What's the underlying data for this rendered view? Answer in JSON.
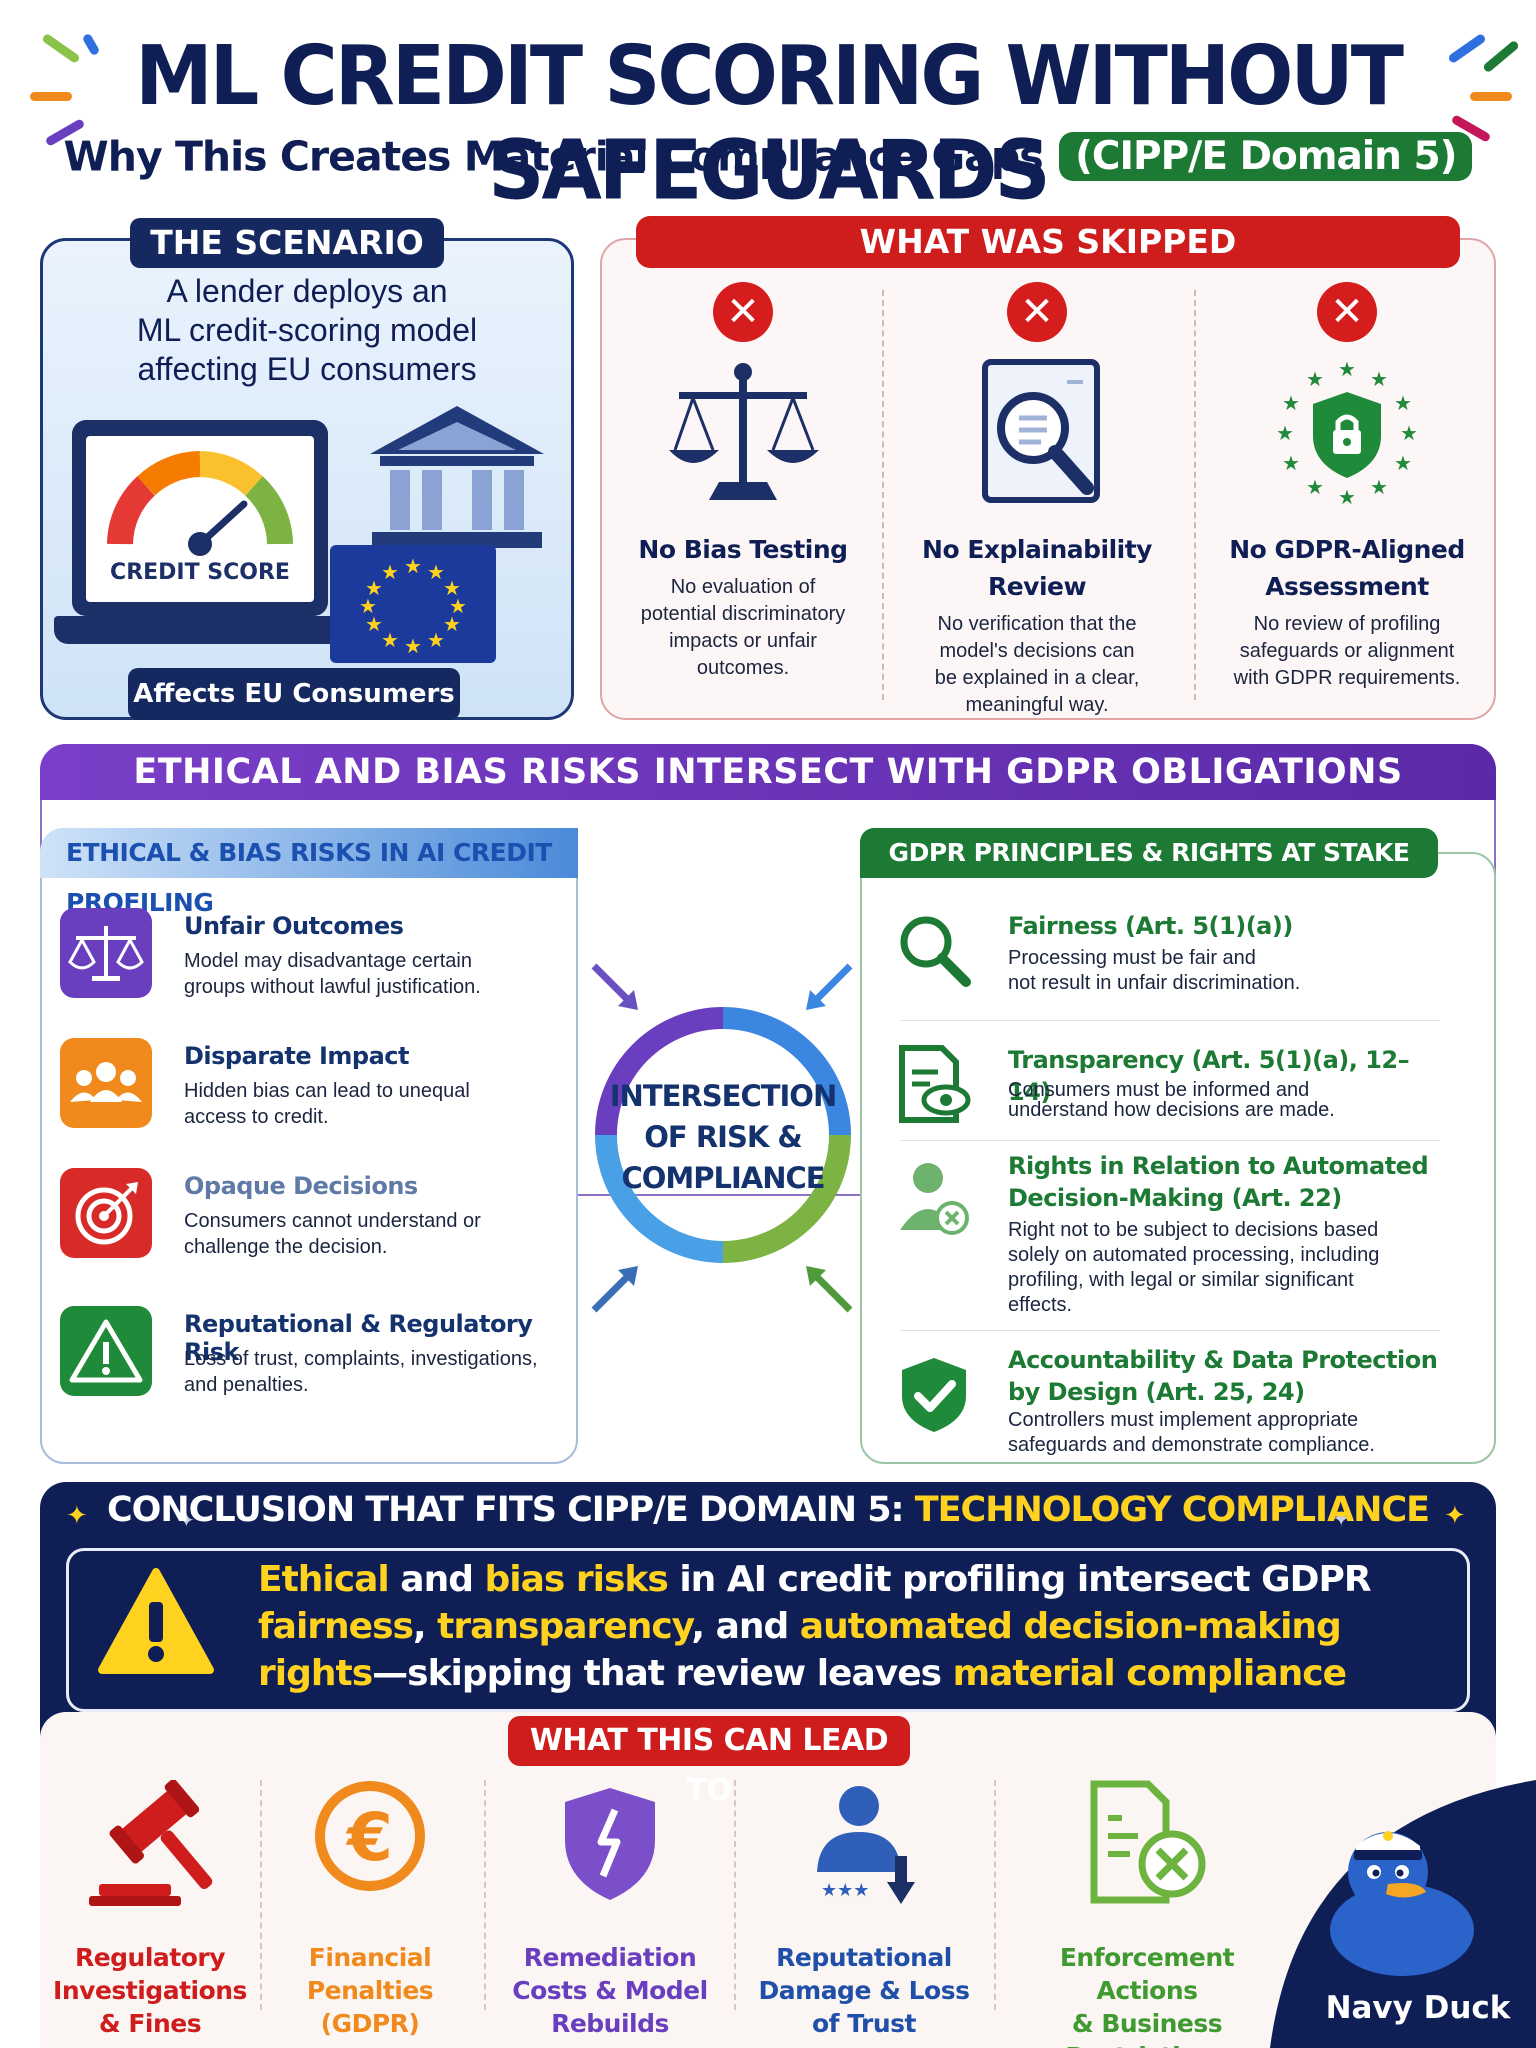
{
  "header": {
    "title": "ML CREDIT SCORING WITHOUT SAFEGUARDS",
    "subtitle": "Why This Creates Material Compliance Gaps",
    "domain_badge": "(CIPP/E Domain 5)"
  },
  "scenario": {
    "header": "THE SCENARIO",
    "lines": [
      "A lender deploys an",
      "ML credit-scoring model",
      "affecting EU consumers"
    ],
    "credit_score_label": "CREDIT SCORE",
    "badge": "Affects EU Consumers",
    "icons": [
      "laptop-gauge-icon",
      "bank-building-icon",
      "eu-flag-icon"
    ]
  },
  "skipped": {
    "header": "WHAT WAS SKIPPED",
    "items": [
      {
        "icon": "scales-icon",
        "title": "No Bias Testing",
        "desc_lines": [
          "No evaluation of",
          "potential discriminatory",
          "impacts or unfair",
          "outcomes."
        ]
      },
      {
        "icon": "document-magnifier-icon",
        "title": "No Explainability Review",
        "desc_lines": [
          "No verification that the",
          "model's decisions can",
          "be explained in a clear,",
          "meaningful way."
        ]
      },
      {
        "icon": "shield-lock-icon",
        "title_lines": [
          "No GDPR-Aligned",
          "Assessment"
        ],
        "desc_lines": [
          "No review of profiling",
          "safeguards or alignment",
          "with GDPR requirements."
        ]
      }
    ]
  },
  "band": {
    "header": "ETHICAL AND BIAS RISKS INTERSECT WITH GDPR OBLIGATIONS"
  },
  "risks": {
    "header": "ETHICAL & BIAS RISKS IN AI CREDIT PROFILING",
    "items": [
      {
        "icon": "scales-icon",
        "title": "Unfair Outcomes",
        "desc_lines": [
          "Model may disadvantage certain",
          "groups without lawful justification."
        ],
        "color": "#6a3fbf"
      },
      {
        "icon": "people-group-icon",
        "title": "Disparate Impact",
        "desc_lines": [
          "Hidden bias can lead to unequal",
          "access to credit."
        ],
        "color": "#f08a1c"
      },
      {
        "icon": "target-icon",
        "title": "Opaque Decisions",
        "desc_lines": [
          "Consumers cannot understand or",
          "challenge the decision."
        ],
        "color": "#d92a2a"
      },
      {
        "icon": "warning-triangle-icon",
        "title": "Reputational & Regulatory Risk",
        "desc_lines": [
          "Loss of trust, complaints, investigations,",
          "and penalties."
        ],
        "color": "#1f8a3a"
      }
    ]
  },
  "intersection": {
    "lines": [
      "INTERSECTION",
      "OF RISK &",
      "COMPLIANCE"
    ]
  },
  "rights": {
    "header": "GDPR PRINCIPLES & RIGHTS AT STAKE",
    "items": [
      {
        "icon": "magnifier-icon",
        "title_lines": [
          "Fairness (Art. 5(1)(a))"
        ],
        "desc_lines": [
          "Processing must be fair and",
          "not result in unfair discrimination."
        ]
      },
      {
        "icon": "document-eye-icon",
        "title_lines": [
          "Transparency (Art. 5(1)(a), 12–14)"
        ],
        "desc_lines": [
          "Consumers must be informed and",
          "understand how decisions are made."
        ]
      },
      {
        "icon": "person-x-icon",
        "title_lines": [
          "Rights in Relation to Automated",
          "Decision-Making (Art. 22)"
        ],
        "desc_lines": [
          "Right not to be subject to decisions based",
          "solely on automated processing, including",
          "profiling, with legal or similar significant",
          "effects."
        ]
      },
      {
        "icon": "shield-check-icon",
        "title_lines": [
          "Accountability & Data Protection",
          "by Design (Art. 25, 24)"
        ],
        "desc_lines": [
          "Controllers must implement appropriate",
          "safeguards and demonstrate compliance."
        ]
      }
    ]
  },
  "conclusion": {
    "title_prefix": "CONCLUSION THAT FITS CIPP/E DOMAIN 5: ",
    "title_accent": "TECHNOLOGY COMPLIANCE",
    "text_parts": [
      {
        "text": "Ethical",
        "hl": true
      },
      {
        "text": " and ",
        "hl": false
      },
      {
        "text": "bias risks",
        "hl": true
      },
      {
        "text": " in AI credit profiling intersect GDPR ",
        "hl": false
      },
      {
        "text": "fairness",
        "hl": true
      },
      {
        "text": ", ",
        "hl": false
      },
      {
        "text": "transparency",
        "hl": true
      },
      {
        "text": ", and ",
        "hl": false
      },
      {
        "text": "automated decision-making rights",
        "hl": true
      },
      {
        "text": "—skipping that review leaves ",
        "hl": false
      },
      {
        "text": "material compliance gaps",
        "hl": true
      },
      {
        "text": ".",
        "hl": false
      }
    ]
  },
  "lead_to": {
    "header": "WHAT THIS CAN LEAD TO",
    "items": [
      {
        "icon": "gavel-icon",
        "lines": [
          "Regulatory",
          "Investigations",
          "& Fines"
        ],
        "color": "#cf1c1c"
      },
      {
        "icon": "euro-coin-icon",
        "lines": [
          "Financial",
          "Penalties",
          "(GDPR)"
        ],
        "color": "#f08a1c"
      },
      {
        "icon": "cracked-shield-icon",
        "lines": [
          "Remediation",
          "Costs & Model",
          "Rebuilds"
        ],
        "color": "#6a3fbf"
      },
      {
        "icon": "person-rating-down-icon",
        "lines": [
          "Reputational",
          "Damage & Loss",
          "of Trust"
        ],
        "color": "#1f4fa8"
      },
      {
        "icon": "document-x-icon",
        "lines": [
          "Enforcement Actions",
          "& Business",
          "Restrictions"
        ],
        "color": "#3f9a2f"
      }
    ]
  },
  "brand": {
    "name": "Navy Duck",
    "icon": "duck-mascot-icon"
  },
  "colors": {
    "navy": "#0f1f55",
    "red": "#cf1c1c",
    "green": "#1c7a34",
    "purple": "#6a3fbf",
    "yellow": "#ffd21f"
  }
}
